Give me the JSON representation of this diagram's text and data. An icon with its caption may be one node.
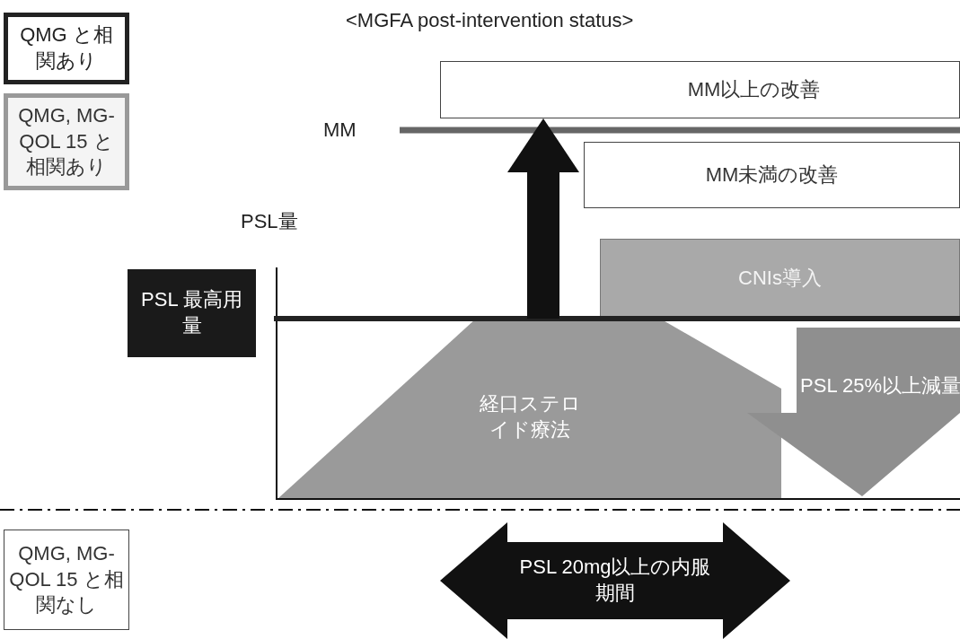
{
  "diagram": {
    "title": "<MGFA post-intervention status>",
    "nodes": [
      {
        "text": [
          "QMG と相関あり"
        ]
      },
      {
        "text": [
          "QMG, MG-QOL 15 と相関あり"
        ]
      },
      {
        "text": [
          "MM以上の改善"
        ]
      },
      {
        "text": [
          "MM未満の改善"
        ]
      },
      {
        "text": [
          "CNIs導入"
        ]
      },
      {
        "text": [
          "PSL 最高用量"
        ]
      },
      {
        "text": [
          "経口ステロイド療法"
        ]
      },
      {
        "text": [
          "PSL 25%以上減量"
        ]
      },
      {
        "text": [
          "QMG, MG-QOL 15 と相関なし"
        ]
      },
      {
        "text": [
          "PSL 20mg以上の内服期間"
        ]
      }
    ],
    "edges": [
      {
        "from": 6,
        "to": 2,
        "arrow": "to"
      }
    ],
    "labels": [
      "MM",
      "PSL量"
    ]
  }
}
